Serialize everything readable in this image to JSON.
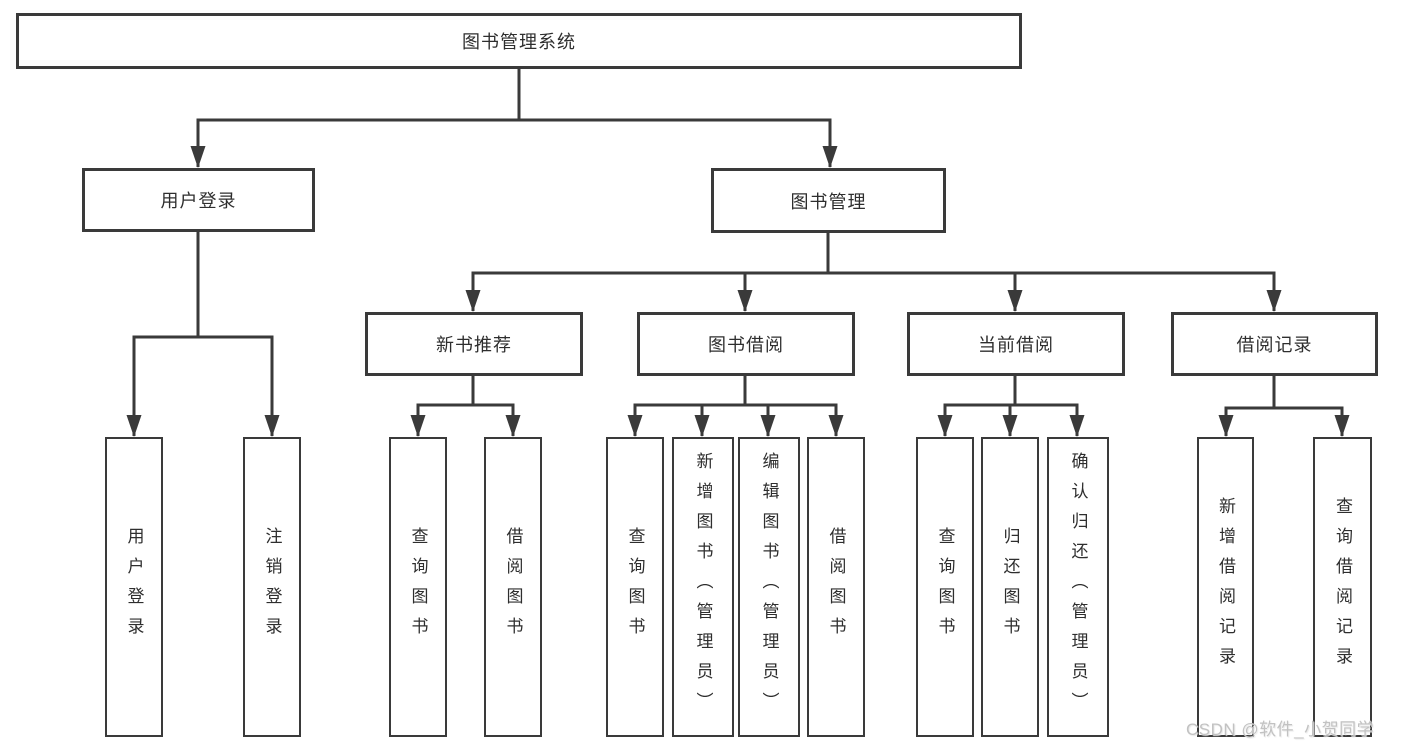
{
  "tree": {
    "label": "图书管理系统",
    "children": [
      {
        "label": "用户登录",
        "children": [
          {
            "label": "用户登录"
          },
          {
            "label": "注销登录"
          }
        ]
      },
      {
        "label": "图书管理",
        "children": [
          {
            "label": "新书推荐",
            "children": [
              {
                "label": "查询图书"
              },
              {
                "label": "借阅图书"
              }
            ]
          },
          {
            "label": "图书借阅",
            "children": [
              {
                "label": "查询图书"
              },
              {
                "label": "新增图书（管理员）"
              },
              {
                "label": "编辑图书（管理员）"
              },
              {
                "label": "借阅图书"
              }
            ]
          },
          {
            "label": "当前借阅",
            "children": [
              {
                "label": "查询图书"
              },
              {
                "label": "归还图书"
              },
              {
                "label": "确认归还（管理员）"
              }
            ]
          },
          {
            "label": "借阅记录",
            "children": [
              {
                "label": "新增借阅记录"
              },
              {
                "label": "查询借阅记录"
              }
            ]
          }
        ]
      }
    ]
  },
  "watermark": "CSDN @软件_小贺同学",
  "colors": {
    "line": "#3a3a3a",
    "box_border": "#3a3a3a",
    "text": "#2e2e2e",
    "watermark": "#c2c2c2",
    "background": "#ffffff"
  }
}
